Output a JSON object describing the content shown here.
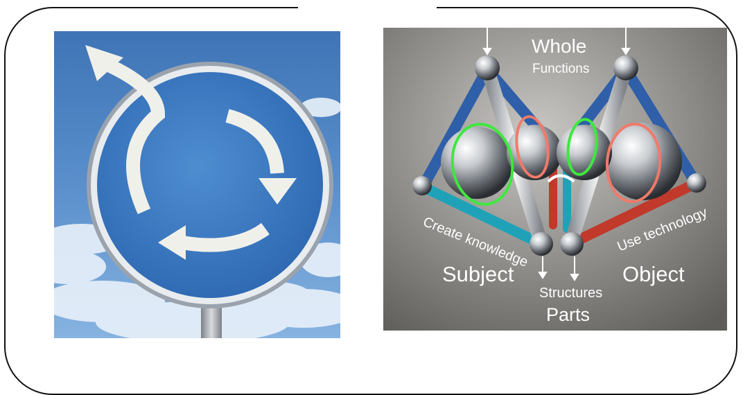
{
  "slide": {
    "title_fragment": ""
  },
  "images": {
    "left": {
      "icon": "roundabout-sign-icon"
    },
    "right": {
      "icon": "magnetic-construction-model-icon",
      "labels": {
        "whole": "Whole",
        "functions": "Functions",
        "create_knowledge": "Create knowledge",
        "use_technology": "Use technology",
        "subject": "Subject",
        "object": "Object",
        "structures": "Structures",
        "parts": "Parts"
      },
      "colors": {
        "green_ring": "#3ee83e",
        "red_ring": "#f07a6a"
      }
    }
  }
}
